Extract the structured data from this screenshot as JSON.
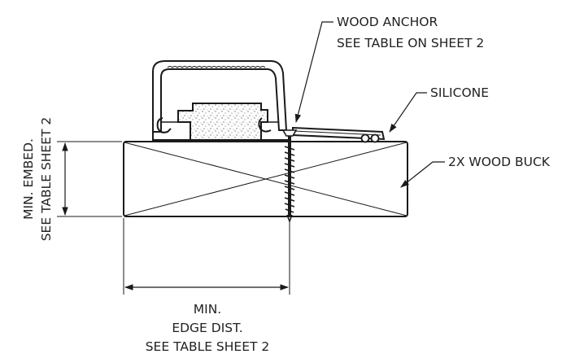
{
  "labels": {
    "anchor_line1": "WOOD ANCHOR",
    "anchor_line2": "SEE TABLE ON SHEET 2",
    "silicone": "SILICONE",
    "buck": "2X WOOD BUCK",
    "embed_line1": "MIN. EMBED.",
    "embed_line2": "SEE TABLE SHEET 2",
    "edge_line1": "MIN.",
    "edge_line2": "EDGE DIST.",
    "edge_line3": "SEE TABLE SHEET 2"
  },
  "colors": {
    "ink": "#1a1a1a",
    "text": "#222222",
    "background": "#ffffff"
  }
}
